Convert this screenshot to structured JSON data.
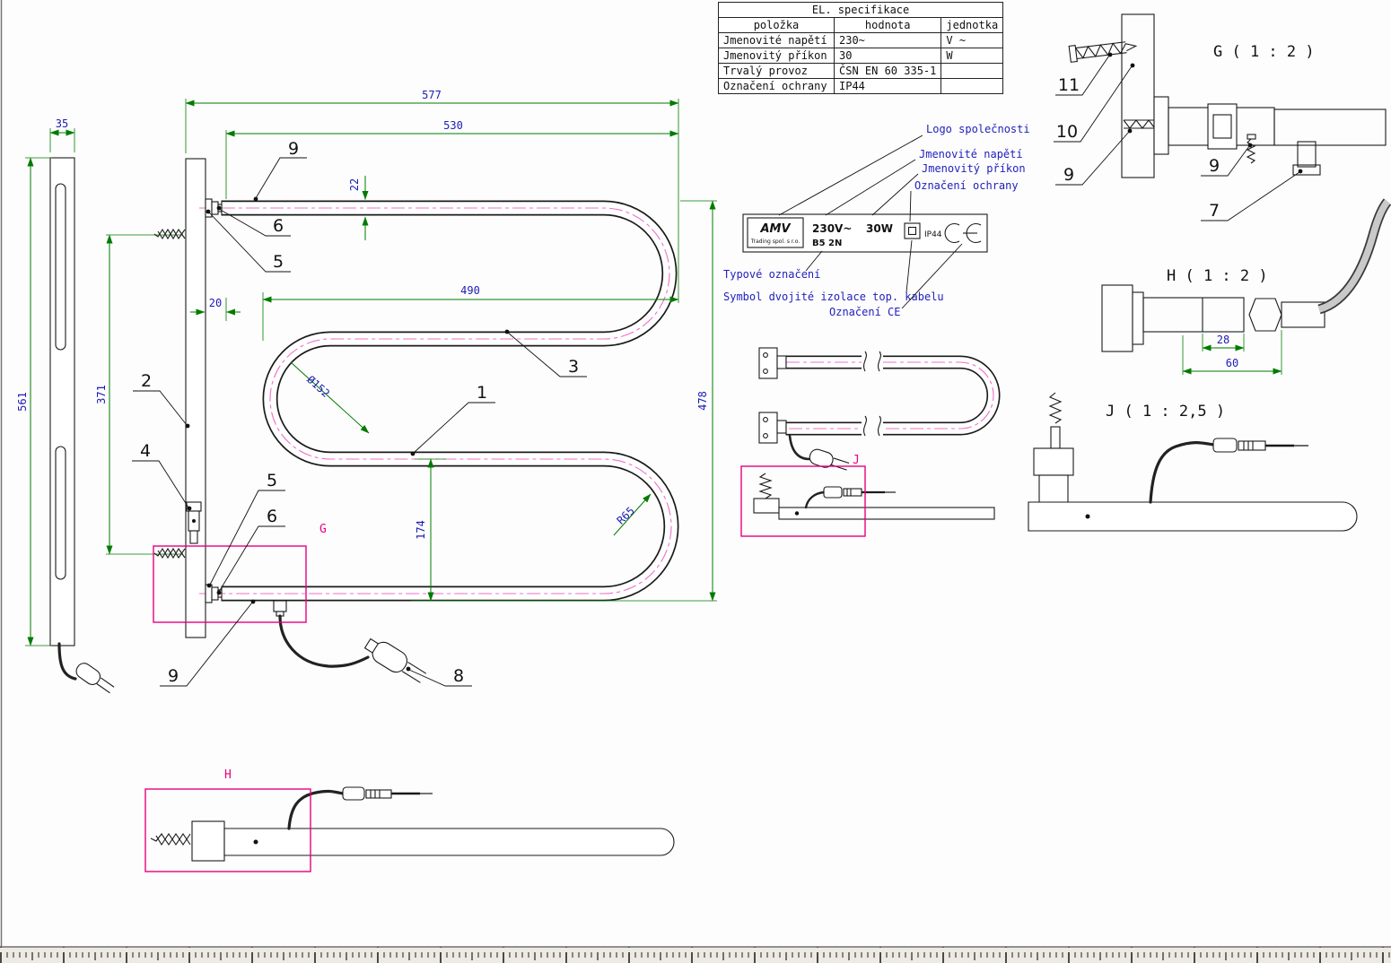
{
  "spec_table": {
    "title": "EL. specifikace",
    "headers": {
      "item": "položka",
      "value": "hodnota",
      "unit": "jednotka"
    },
    "rows": [
      {
        "item": "Jmenovité napětí",
        "value": "230~",
        "unit": "V ~"
      },
      {
        "item": "Jmenovitý příkon",
        "value": "30",
        "unit": "W"
      },
      {
        "item": "Trvalý provoz",
        "value": "ČSN EN 60 335-1",
        "unit": ""
      },
      {
        "item": "Označení ochrany",
        "value": "IP44",
        "unit": ""
      }
    ]
  },
  "dims": {
    "w577": "577",
    "w530": "530",
    "w490": "490",
    "h22": "22",
    "w20": "20",
    "h561": "561",
    "w35": "35",
    "h371": "371",
    "h478": "478",
    "h174": "174",
    "d152": "Ø152",
    "r65": "R65",
    "w28": "28",
    "w60": "60"
  },
  "callouts": {
    "n1": "1",
    "n2": "2",
    "n3": "3",
    "n4": "4",
    "n5": "5",
    "n6": "6",
    "n7": "7",
    "n8": "8",
    "n9": "9",
    "n10": "10",
    "n11": "11"
  },
  "sections": {
    "g": "G",
    "h": "H",
    "j": "J"
  },
  "views": {
    "g": "G ( 1 : 2 )",
    "h": "H ( 1 : 2 )",
    "j": "J ( 1 : 2,5 )"
  },
  "label": {
    "brand": "AMV",
    "brand_sub": "Trading spol. s r.o.",
    "voltage": "230V~",
    "power": "30W",
    "type_code": "B5 2N",
    "ip": "IP44",
    "ann_logo": "Logo společnosti",
    "ann_voltage": "Jmenovité napětí",
    "ann_power": "Jmenovitý příkon",
    "ann_protection": "Označení ochrany",
    "ann_type": "Typové označení",
    "ann_insulation": "Symbol dvojité izolace top. kabelu",
    "ann_ce": "Označení CE"
  }
}
